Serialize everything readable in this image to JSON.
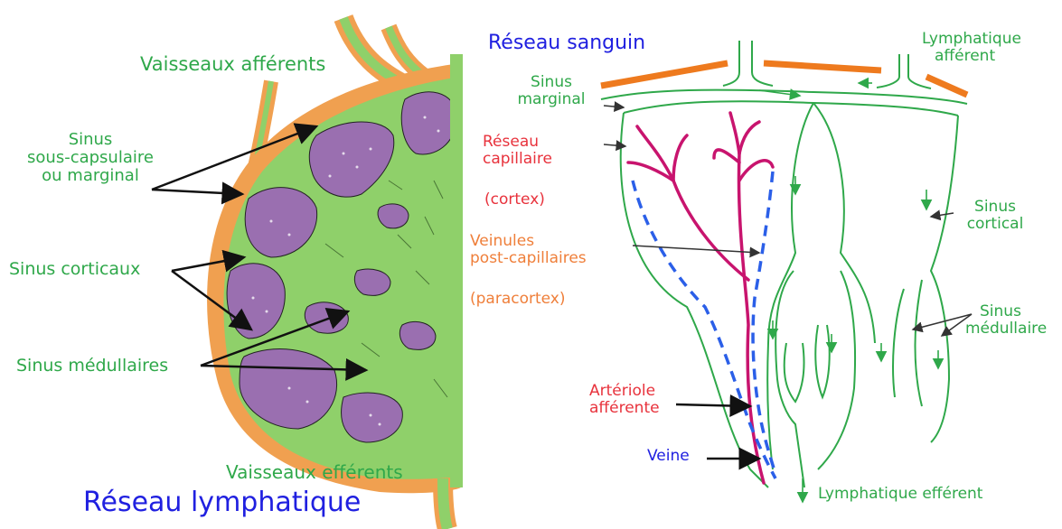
{
  "left_panel": {
    "title_bottom": "Réseau lymphatique",
    "labels": {
      "vaisseaux_afferents": "Vaisseaux afférents",
      "sinus_sous_capsulaire_1": "Sinus",
      "sinus_sous_capsulaire_2": "sous-capsulaire",
      "sinus_sous_capsulaire_3": "ou marginal",
      "sinus_corticaux": "Sinus corticaux",
      "sinus_medullaires": "Sinus médullaires",
      "vaisseaux_efferents": "Vaisseaux efférents"
    }
  },
  "right_panel": {
    "title": "Réseau sanguin",
    "labels": {
      "sinus_marginal_1": "Sinus",
      "sinus_marginal_2": "marginal",
      "reseau_capillaire_1": "Réseau",
      "reseau_capillaire_2": "capillaire",
      "cortex": "(cortex)",
      "veinules_1": "Veinules",
      "veinules_2": "post-capillaires",
      "paracortex": "(paracortex)",
      "arteriole_1": "Artériole",
      "arteriole_2": "afférente",
      "veine": "Veine",
      "lymphatique_afferent_1": "Lymphatique",
      "lymphatique_afferent_2": "afférent",
      "sinus_cortical_1": "Sinus",
      "sinus_cortical_2": "cortical",
      "sinus_medullaire_1": "Sinus",
      "sinus_medullaire_2": "médullaire",
      "lymphatique_efferent": "Lymphatique efférent"
    }
  },
  "colors": {
    "green_label": "#2fa84a",
    "red_label": "#e8323c",
    "orange_label": "#ef7f3a",
    "blue_label": "#2020e0",
    "capsule": "#f0a050",
    "stroma": "#8fd06a",
    "follicle": "#9a6fb0",
    "vessel_red": "#c8146e"
  }
}
